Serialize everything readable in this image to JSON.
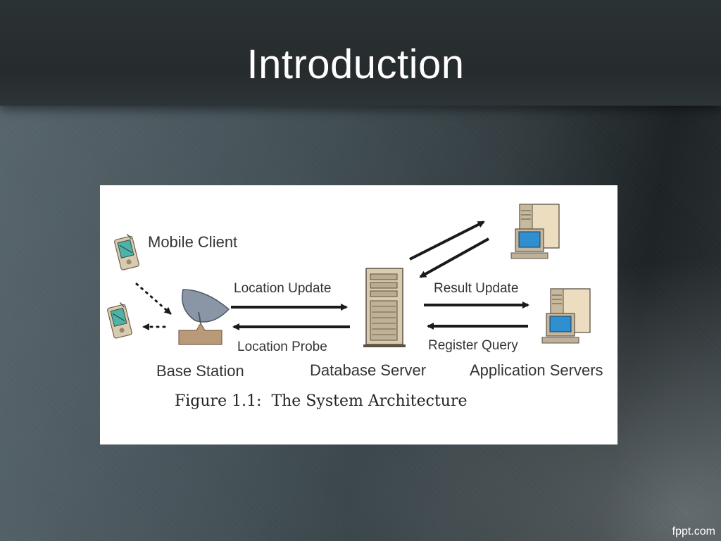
{
  "slide": {
    "title": "Introduction",
    "watermark": "fppt.com"
  },
  "diagram": {
    "labels": {
      "mobile_client": "Mobile Client",
      "location_update": "Location Update",
      "location_probe": "Location Probe",
      "result_update": "Result Update",
      "register_query": "Register Query",
      "base_station": "Base Station",
      "database_server": "Database Server",
      "application_servers": "Application Servers"
    },
    "caption": "Figure 1.1:  The System Architecture"
  },
  "icons": [
    "pda-icon",
    "satellite-dish-icon",
    "server-tower-icon",
    "workstation-icon",
    "arrow-icon"
  ]
}
